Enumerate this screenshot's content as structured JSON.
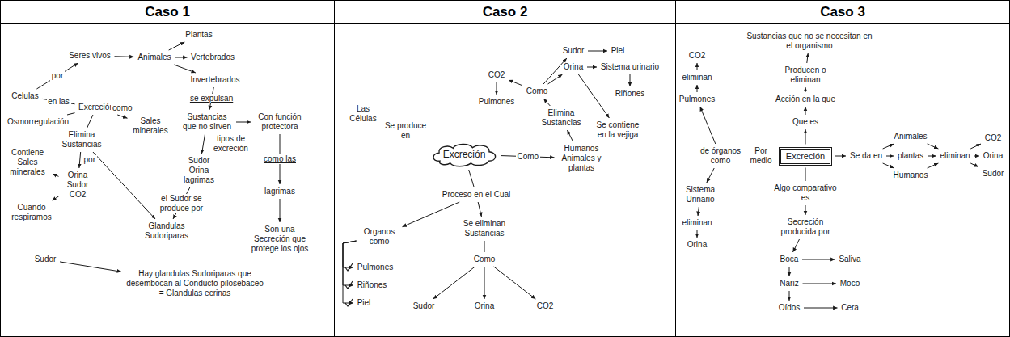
{
  "diagram": {
    "nodes": [
      {
        "text": [
          "Caso 1"
        ]
      },
      {
        "text": [
          "Caso 2"
        ]
      },
      {
        "text": [
          "Caso 3"
        ]
      },
      {
        "text": [
          "Seres vivos"
        ],
        "in": 0
      },
      {
        "text": [
          "Animales"
        ],
        "in": 0
      },
      {
        "text": [
          "Plantas"
        ],
        "in": 0
      },
      {
        "text": [
          "Vertebrados"
        ],
        "in": 0
      },
      {
        "text": [
          "Invertebrados"
        ],
        "in": 0
      },
      {
        "text": [
          "Celulas"
        ],
        "in": 0
      },
      {
        "text": [
          "Excreción"
        ],
        "in": 0
      },
      {
        "text": [
          "Osmorregulación"
        ],
        "in": 0
      },
      {
        "text": [
          "Sales minerales"
        ],
        "in": 0
      },
      {
        "text": [
          "Elimina Sustancias"
        ],
        "in": 0
      },
      {
        "text": [
          "Sustancias que no sirven"
        ],
        "in": 0
      },
      {
        "text": [
          "Con función protectora"
        ],
        "in": 0
      },
      {
        "text": [
          "Sudor Orina lagrimas"
        ],
        "in": 0
      },
      {
        "text": [
          "lagrimas"
        ],
        "in": 0
      },
      {
        "text": [
          "Orina Sudor CO2"
        ],
        "in": 0
      },
      {
        "text": [
          "Contiene Sales minerales"
        ],
        "in": 0
      },
      {
        "text": [
          "Cuando respiramos"
        ],
        "in": 0
      },
      {
        "text": [
          "Glandulas Sudoriparas"
        ],
        "in": 0
      },
      {
        "text": [
          "Son una Secreción que protege los ojos"
        ],
        "in": 0
      },
      {
        "text": [
          "Sudor"
        ],
        "in": 0
      },
      {
        "text": [
          "Hay glandulas Sudoriparas que desembocan al Conducto pilosebaceo = Glandulas ecrinas"
        ],
        "in": 0
      },
      {
        "text": [
          "Excreción"
        ],
        "in": 1
      },
      {
        "text": [
          "Las Células"
        ],
        "in": 1
      },
      {
        "text": [
          "Humanos Animales y plantas"
        ],
        "in": 1
      },
      {
        "text": [
          "Elimina Sustancias"
        ],
        "in": 1
      },
      {
        "text": [
          "Como"
        ],
        "in": 1
      },
      {
        "text": [
          "CO2"
        ],
        "in": 1
      },
      {
        "text": [
          "Pulmones"
        ],
        "in": 1
      },
      {
        "text": [
          "Sudor"
        ],
        "in": 1
      },
      {
        "text": [
          "Piel"
        ],
        "in": 1
      },
      {
        "text": [
          "Orina"
        ],
        "in": 1
      },
      {
        "text": [
          "Sistema urinario"
        ],
        "in": 1
      },
      {
        "text": [
          "Riñones"
        ],
        "in": 1
      },
      {
        "text": [
          "Se contiene en la vejiga"
        ],
        "in": 1
      },
      {
        "text": [
          "Proceso en el Cual"
        ],
        "in": 1
      },
      {
        "text": [
          "Organos como"
        ],
        "in": 1
      },
      {
        "text": [
          "Pulmones"
        ],
        "in": 1
      },
      {
        "text": [
          "Riñones"
        ],
        "in": 1
      },
      {
        "text": [
          "Piel"
        ],
        "in": 1
      },
      {
        "text": [
          "Se eliminan Sustancias"
        ],
        "in": 1
      },
      {
        "text": [
          "Como"
        ],
        "in": 1
      },
      {
        "text": [
          "Sudor"
        ],
        "in": 1
      },
      {
        "text": [
          "Orina"
        ],
        "in": 1
      },
      {
        "text": [
          "CO2"
        ],
        "in": 1
      },
      {
        "text": [
          "Excreción"
        ],
        "in": 2
      },
      {
        "text": [
          "Que es"
        ],
        "in": 2
      },
      {
        "text": [
          "Acción en la que"
        ],
        "in": 2
      },
      {
        "text": [
          "Producen o eliminan"
        ],
        "in": 2
      },
      {
        "text": [
          "Sustancias que no se necesitan en el organismo"
        ],
        "in": 2
      },
      {
        "text": [
          "Se da en"
        ],
        "in": 2
      },
      {
        "text": [
          "Animales"
        ],
        "in": 2
      },
      {
        "text": [
          "plantas"
        ],
        "in": 2
      },
      {
        "text": [
          "Humanos"
        ],
        "in": 2
      },
      {
        "text": [
          "eliminan"
        ],
        "in": 2
      },
      {
        "text": [
          "CO2"
        ],
        "in": 2
      },
      {
        "text": [
          "Orina"
        ],
        "in": 2
      },
      {
        "text": [
          "Sudor"
        ],
        "in": 2
      },
      {
        "text": [
          "de órganos como"
        ],
        "in": 2
      },
      {
        "text": [
          "Pulmones"
        ],
        "in": 2
      },
      {
        "text": [
          "eliminan"
        ],
        "in": 2
      },
      {
        "text": [
          "CO2"
        ],
        "in": 2
      },
      {
        "text": [
          "Sistema Urinario"
        ],
        "in": 2
      },
      {
        "text": [
          "eliminan"
        ],
        "in": 2
      },
      {
        "text": [
          "Orina"
        ],
        "in": 2
      },
      {
        "text": [
          "Algo comparativo es"
        ],
        "in": 2
      },
      {
        "text": [
          "Secreción producida por"
        ],
        "in": 2
      },
      {
        "text": [
          "Boca"
        ],
        "in": 2
      },
      {
        "text": [
          "Saliva"
        ],
        "in": 2
      },
      {
        "text": [
          "Nariz"
        ],
        "in": 2
      },
      {
        "text": [
          "Moco"
        ],
        "in": 2
      },
      {
        "text": [
          "Oídos"
        ],
        "in": 2
      },
      {
        "text": [
          "Cera"
        ],
        "in": 2
      }
    ],
    "edges": [
      {
        "from": 8,
        "to": 3,
        "label": "por",
        "arrow": "to"
      },
      {
        "from": 3,
        "to": 4,
        "arrow": "to"
      },
      {
        "from": 4,
        "to": 5,
        "arrow": "to"
      },
      {
        "from": 4,
        "to": 6,
        "arrow": "to"
      },
      {
        "from": 4,
        "to": 7,
        "arrow": "to"
      },
      {
        "from": 9,
        "to": 8,
        "label": "en las",
        "arrow": "none"
      },
      {
        "from": 10,
        "to": 9,
        "arrow": "none"
      },
      {
        "from": 9,
        "to": 12,
        "arrow": "none"
      },
      {
        "from": 9,
        "to": 11,
        "label": "como",
        "arrow": "to"
      },
      {
        "from": 7,
        "to": 13,
        "label": "se expulsan",
        "arrow": "to"
      },
      {
        "from": 13,
        "to": 14,
        "arrow": "to"
      },
      {
        "from": 13,
        "to": 15,
        "label": "tipos de excreción",
        "arrow": "to"
      },
      {
        "from": 14,
        "to": 16,
        "label": "como las",
        "arrow": "to"
      },
      {
        "from": 16,
        "to": 21,
        "arrow": "to"
      },
      {
        "from": 15,
        "to": 20,
        "label": "el Sudor se produce por",
        "arrow": "to"
      },
      {
        "from": 12,
        "to": 17,
        "label": "por",
        "arrow": "to"
      },
      {
        "from": 12,
        "to": 20,
        "arrow": "to"
      },
      {
        "from": 17,
        "to": 18,
        "arrow": "to"
      },
      {
        "from": 17,
        "to": 19,
        "arrow": "to"
      },
      {
        "from": 22,
        "to": 23,
        "arrow": "to"
      },
      {
        "from": 24,
        "to": 25,
        "label": "Se produce en",
        "arrow": "to"
      },
      {
        "from": 24,
        "to": 26,
        "label": "Como",
        "arrow": "to"
      },
      {
        "from": 26,
        "to": 27,
        "arrow": "to"
      },
      {
        "from": 27,
        "to": 28,
        "arrow": "to"
      },
      {
        "from": 28,
        "to": 29,
        "arrow": "to"
      },
      {
        "from": 29,
        "to": 30,
        "arrow": "to"
      },
      {
        "from": 28,
        "to": 31,
        "arrow": "to"
      },
      {
        "from": 31,
        "to": 32,
        "arrow": "to"
      },
      {
        "from": 28,
        "to": 33,
        "arrow": "to"
      },
      {
        "from": 33,
        "to": 34,
        "arrow": "to"
      },
      {
        "from": 34,
        "to": 35,
        "arrow": "to"
      },
      {
        "from": 33,
        "to": 36,
        "arrow": "to"
      },
      {
        "from": 24,
        "to": 37,
        "arrow": "none"
      },
      {
        "from": 37,
        "to": 42,
        "arrow": "to"
      },
      {
        "from": 37,
        "to": 38,
        "arrow": "to"
      },
      {
        "from": 38,
        "to": 39,
        "arrow": "to"
      },
      {
        "from": 38,
        "to": 40,
        "arrow": "to"
      },
      {
        "from": 38,
        "to": 41,
        "arrow": "to"
      },
      {
        "from": 42,
        "to": 43,
        "arrow": "none"
      },
      {
        "from": 43,
        "to": 44,
        "arrow": "to"
      },
      {
        "from": 43,
        "to": 45,
        "arrow": "to"
      },
      {
        "from": 43,
        "to": 46,
        "arrow": "to"
      },
      {
        "from": 47,
        "to": 48,
        "arrow": "to"
      },
      {
        "from": 48,
        "to": 49,
        "arrow": "to"
      },
      {
        "from": 49,
        "to": 50,
        "arrow": "to"
      },
      {
        "from": 50,
        "to": 51,
        "arrow": "to"
      },
      {
        "from": 47,
        "to": 52,
        "arrow": "to"
      },
      {
        "from": 52,
        "to": 53,
        "arrow": "to"
      },
      {
        "from": 52,
        "to": 54,
        "arrow": "to"
      },
      {
        "from": 52,
        "to": 55,
        "arrow": "to"
      },
      {
        "from": 53,
        "to": 56,
        "arrow": "to"
      },
      {
        "from": 54,
        "to": 56,
        "arrow": "to"
      },
      {
        "from": 55,
        "to": 56,
        "arrow": "to"
      },
      {
        "from": 56,
        "to": 57,
        "arrow": "to"
      },
      {
        "from": 56,
        "to": 58,
        "arrow": "to"
      },
      {
        "from": 56,
        "to": 59,
        "arrow": "to"
      },
      {
        "from": 47,
        "to": 60,
        "label": "Por medio",
        "arrow": "to"
      },
      {
        "from": 60,
        "to": 61,
        "arrow": "to"
      },
      {
        "from": 61,
        "to": 62,
        "arrow": "to"
      },
      {
        "from": 62,
        "to": 63,
        "arrow": "to"
      },
      {
        "from": 60,
        "to": 64,
        "arrow": "to"
      },
      {
        "from": 64,
        "to": 65,
        "arrow": "to"
      },
      {
        "from": 65,
        "to": 66,
        "arrow": "to"
      },
      {
        "from": 47,
        "to": 67,
        "arrow": "none"
      },
      {
        "from": 67,
        "to": 68,
        "arrow": "to"
      },
      {
        "from": 68,
        "to": 69,
        "arrow": "to"
      },
      {
        "from": 69,
        "to": 70,
        "arrow": "to"
      },
      {
        "from": 69,
        "to": 71,
        "arrow": "to"
      },
      {
        "from": 71,
        "to": 72,
        "arrow": "to"
      },
      {
        "from": 71,
        "to": 73,
        "arrow": "to"
      },
      {
        "from": 73,
        "to": 74,
        "arrow": "to"
      }
    ]
  }
}
